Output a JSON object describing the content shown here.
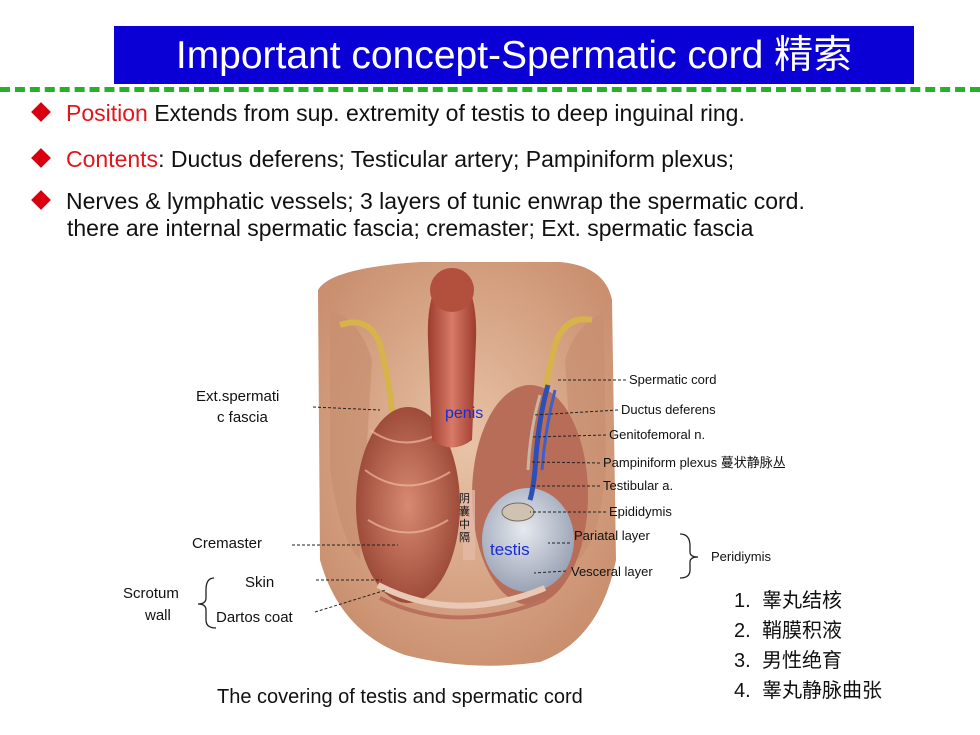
{
  "title": "Important concept-Spermatic cord 精索",
  "bullets": [
    {
      "highlight": "Position",
      "text": " Extends from sup. extremity of testis to deep inguinal ring."
    },
    {
      "highlight": "Contents",
      "text": ": Ductus deferens; Testicular artery; Pampiniform plexus;"
    },
    {
      "line1": "Nerves & lymphatic vessels; 3 layers of tunic enwrap the spermatic cord.",
      "line2": "there are internal spermatic fascia; cremaster; Ext. spermatic fascia"
    }
  ],
  "figure": {
    "labels_left": {
      "ext_fascia_1": "Ext.spermati",
      "ext_fascia_2": "c fascia",
      "cremaster": "Cremaster",
      "scrotum_1": "Scrotum",
      "scrotum_2": "wall",
      "skin": "Skin",
      "dartos": "Dartos coat"
    },
    "labels_center": {
      "penis": "penis",
      "testis": "testis",
      "septum": "阴囊中隔"
    },
    "labels_right": {
      "spermatic_cord": "Spermatic cord",
      "ductus_deferens": "Ductus deferens",
      "genitofemoral": "Genitofemoral n.",
      "pampiniform": "Pampiniform plexus 蔓状静脉丛",
      "testicular_a": "Testibular a.",
      "epididymis": "Epididymis",
      "pariatal": "Pariatal layer",
      "vesceral": "Vesceral layer",
      "peridiymis": "Peridiymis"
    },
    "caption": "The covering of testis and spermatic cord"
  },
  "numbered_list": [
    {
      "num": "1.",
      "text": "睾丸结核"
    },
    {
      "num": "2.",
      "text": "鞘膜积液"
    },
    {
      "num": "3.",
      "text": "男性绝育"
    },
    {
      "num": "4.",
      "text": "睾丸静脉曲张"
    }
  ],
  "colors": {
    "title_bg": "#0a00d6",
    "accent_red": "#e3141b",
    "divider_green": "#27b12a"
  }
}
